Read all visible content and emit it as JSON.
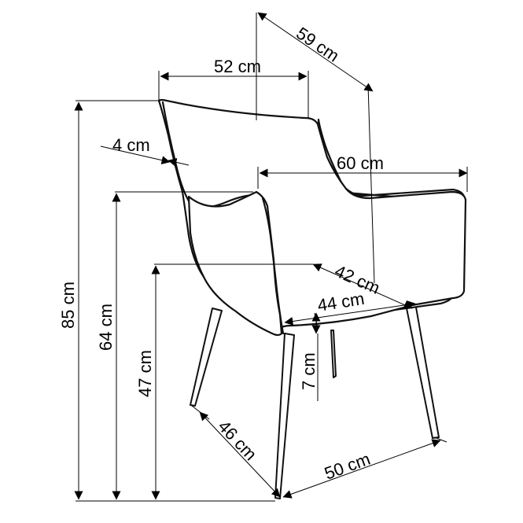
{
  "diagram": {
    "subject": "armchair",
    "dimensions": {
      "top_width": "52 cm",
      "top_depth": "59 cm",
      "backrest_thickness": "4 cm",
      "overall_width": "60 cm",
      "seat_depth": "42 cm",
      "seat_width": "44 cm",
      "seat_cushion_thickness": "7 cm",
      "total_height": "85 cm",
      "armrest_height": "64 cm",
      "seat_height": "47 cm",
      "base_depth": "46 cm",
      "base_width": "50 cm"
    }
  }
}
